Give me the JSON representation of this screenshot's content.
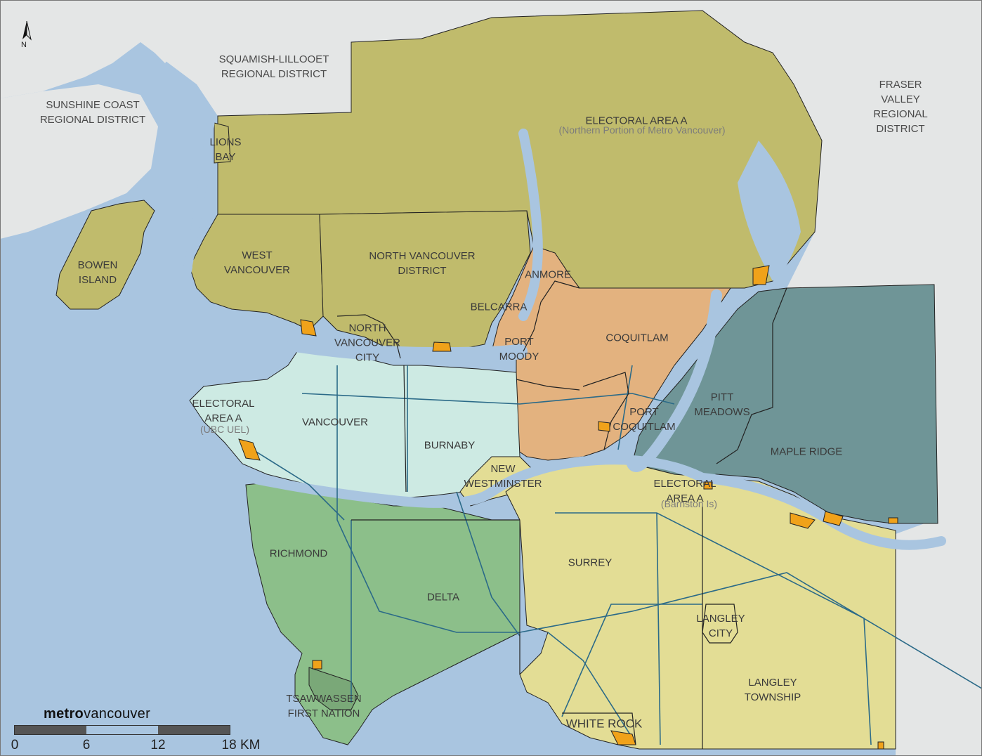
{
  "map": {
    "north_letter": "N",
    "logo": {
      "bold": "metro",
      "regular": "vancouver"
    },
    "scale": {
      "ticks": [
        "0",
        "6",
        "12",
        "18 KM"
      ]
    },
    "colors": {
      "water": "#a9c5e0",
      "land_outside": "#e4e6e6",
      "electoral_area_a": "#c0bb6c",
      "northeast_cities": "#e3b27f",
      "east_districts": "#6f9597",
      "vancouver_burnaby": "#cdeae3",
      "richmond_delta": "#8cbf8a",
      "south_fraser": "#e3dd95",
      "reserve_parcels": "#f0a21a",
      "roads": "#2b6a88",
      "boundaries": "#222222"
    },
    "labels": {
      "squamish": "SQUAMISH-LILLOOET\nREGIONAL DISTRICT",
      "sunshine": "SUNSHINE COAST\nREGIONAL DISTRICT",
      "fraser_valley": "FRASER VALLEY\nREGIONAL DISTRICT",
      "electoral_north": "ELECTORAL AREA A",
      "electoral_north_sub": "(Northern Portion of Metro Vancouver)",
      "lions_bay": "LIONS\nBAY",
      "bowen": "BOWEN\nISLAND",
      "west_vancouver": "WEST\nVANCOUVER",
      "north_van_district": "NORTH VANCOUVER\nDISTRICT",
      "north_van_city": "NORTH\nVANCOUVER\nCITY",
      "belcarra": "BELCARRA",
      "anmore": "ANMORE",
      "port_moody": "PORT\nMOODY",
      "coquitlam": "COQUITLAM",
      "port_coquitlam": "PORT\nCOQUITLAM",
      "pitt_meadows": "PITT\nMEADOWS",
      "maple_ridge": "MAPLE RIDGE",
      "electoral_ubc": "ELECTORAL\nAREA A",
      "electoral_ubc_sub": "(UBC UEL)",
      "vancouver": "VANCOUVER",
      "burnaby": "BURNABY",
      "new_westminster": "NEW\nWESTMINSTER",
      "electoral_barnston": "ELECTORAL\nAREA A",
      "electoral_barnston_sub": "(Barnston Is)",
      "richmond": "RICHMOND",
      "delta": "DELTA",
      "surrey": "SURREY",
      "langley_city": "LANGLEY\nCITY",
      "langley_township": "LANGLEY\nTOWNSHIP",
      "tsawwassen": "TSAWWASSEN\nFIRST NATION",
      "white_rock": "WHITE ROCK"
    }
  }
}
